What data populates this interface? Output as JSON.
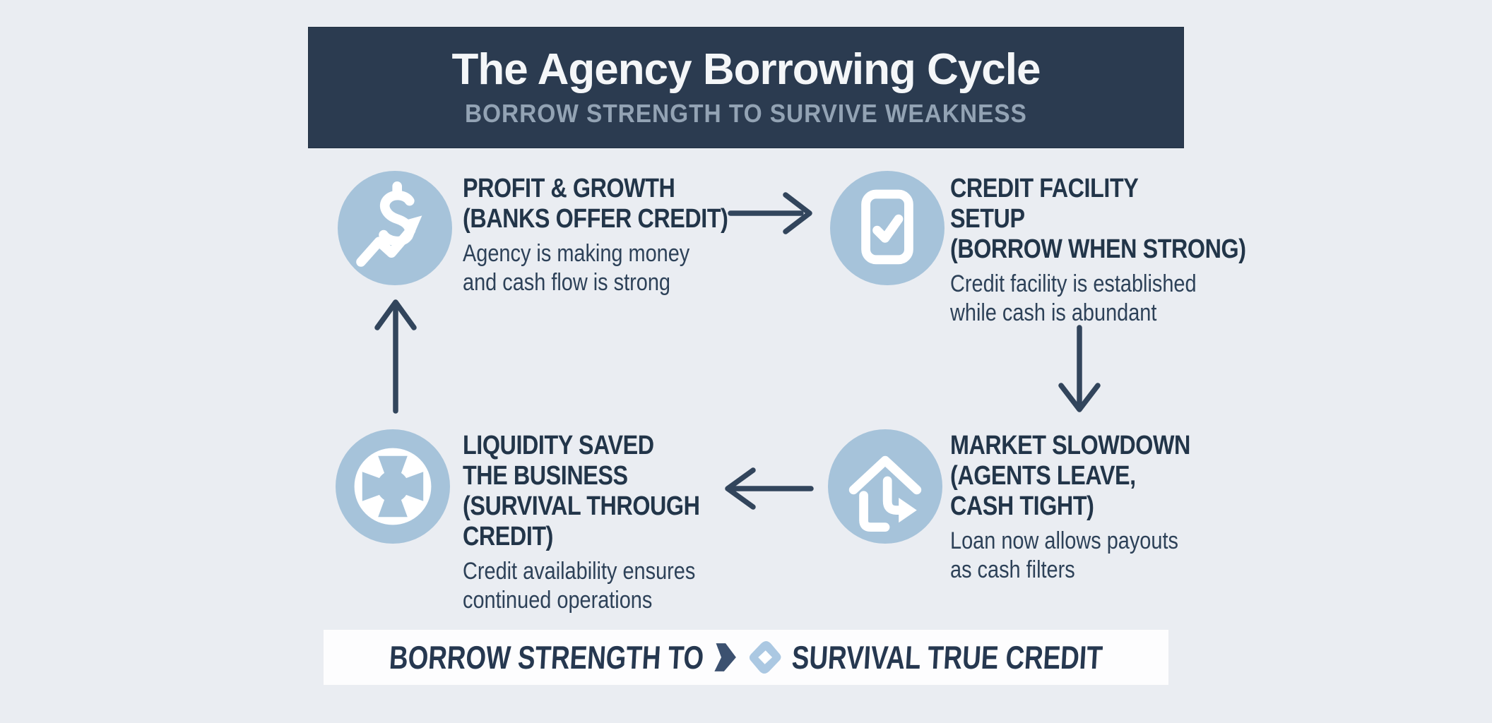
{
  "header": {
    "title": "The Agency Borrowing Cycle",
    "subtitle": "BORROW STRENGTH TO SURVIVE WEAKNESS"
  },
  "nodes": [
    {
      "id": "profit-growth",
      "icon": "dollar-trend-icon",
      "title_lines": [
        "PROFIT & GROWTH"
      ],
      "subtitle_lines": [
        "(BANKS OFFER CREDIT)"
      ],
      "description_lines": [
        "Agency is making money",
        "and cash flow is strong"
      ]
    },
    {
      "id": "credit-facility-setup",
      "icon": "tablet-check-icon",
      "title_lines": [
        "CREDIT FACILITY",
        "SETUP"
      ],
      "subtitle_lines": [
        "(BORROW WHEN STRONG)"
      ],
      "description_lines": [
        "Credit facility is established",
        "while cash is abundant"
      ]
    },
    {
      "id": "market-slowdown",
      "icon": "house-arrow-icon",
      "title_lines": [
        "MARKET SLOWDOWN"
      ],
      "subtitle_lines": [
        "(AGENTS LEAVE,",
        "CASH TIGHT)"
      ],
      "description_lines": [
        "Loan now allows payouts",
        "as cash filters"
      ]
    },
    {
      "id": "liquidity-saved",
      "icon": "lifebuoy-icon",
      "title_lines": [
        "LIQUIDITY SAVED",
        "THE BUSINESS"
      ],
      "subtitle_lines": [
        "(SURVIVAL THROUGH",
        "CREDIT)"
      ],
      "description_lines": [
        "Credit availability ensures",
        "continued operations"
      ]
    }
  ],
  "footer": {
    "text_before": "BORROW STRENGTH TO",
    "text_after": "SURVIVAL TRUE CREDIT"
  },
  "colors": {
    "background": "#eaedf2",
    "header_bg": "#2b3b50",
    "header_title": "#f4f6f8",
    "header_subtitle": "#93a3b4",
    "node_circle": "#a6c3da",
    "heading_text": "#223549",
    "body_text": "#2d4158",
    "arrow": "#32455c",
    "footer_bg": "#fdfdfe",
    "footer_text": "#263850",
    "footer_chevron": "#3c5170",
    "footer_diamond": "#abc8e2"
  }
}
